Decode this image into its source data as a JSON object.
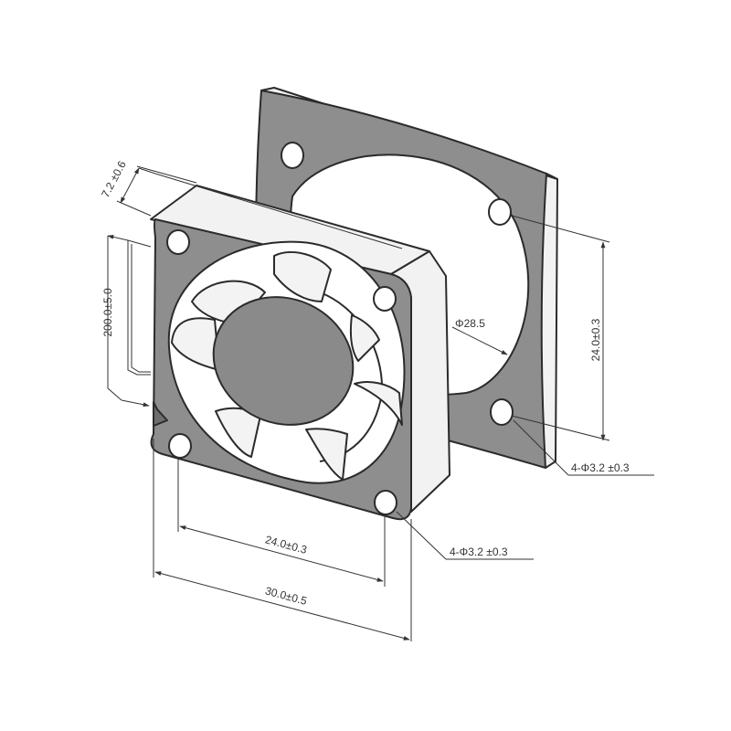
{
  "dimensions": {
    "thickness": "7.2 ±0.6",
    "cable_length": "200.0±5.0",
    "bore_diameter": "Φ28.5",
    "hole_pitch_vertical": "24.0±0.3",
    "hole_spec_rear": "4-Φ3.2 ±0.3",
    "hole_spec_front": "4-Φ3.2 ±0.3",
    "hole_pitch_horizontal": "24.0±0.3",
    "frame_width": "30.0±0.5"
  },
  "colors": {
    "frame_face": "#8e8e8e",
    "frame_side": "#f2f2f2",
    "frame_dark": "#6e6e6e",
    "hub": "#8a8a8a",
    "blade": "#f3f3f3",
    "line": "#2b2b2b"
  }
}
